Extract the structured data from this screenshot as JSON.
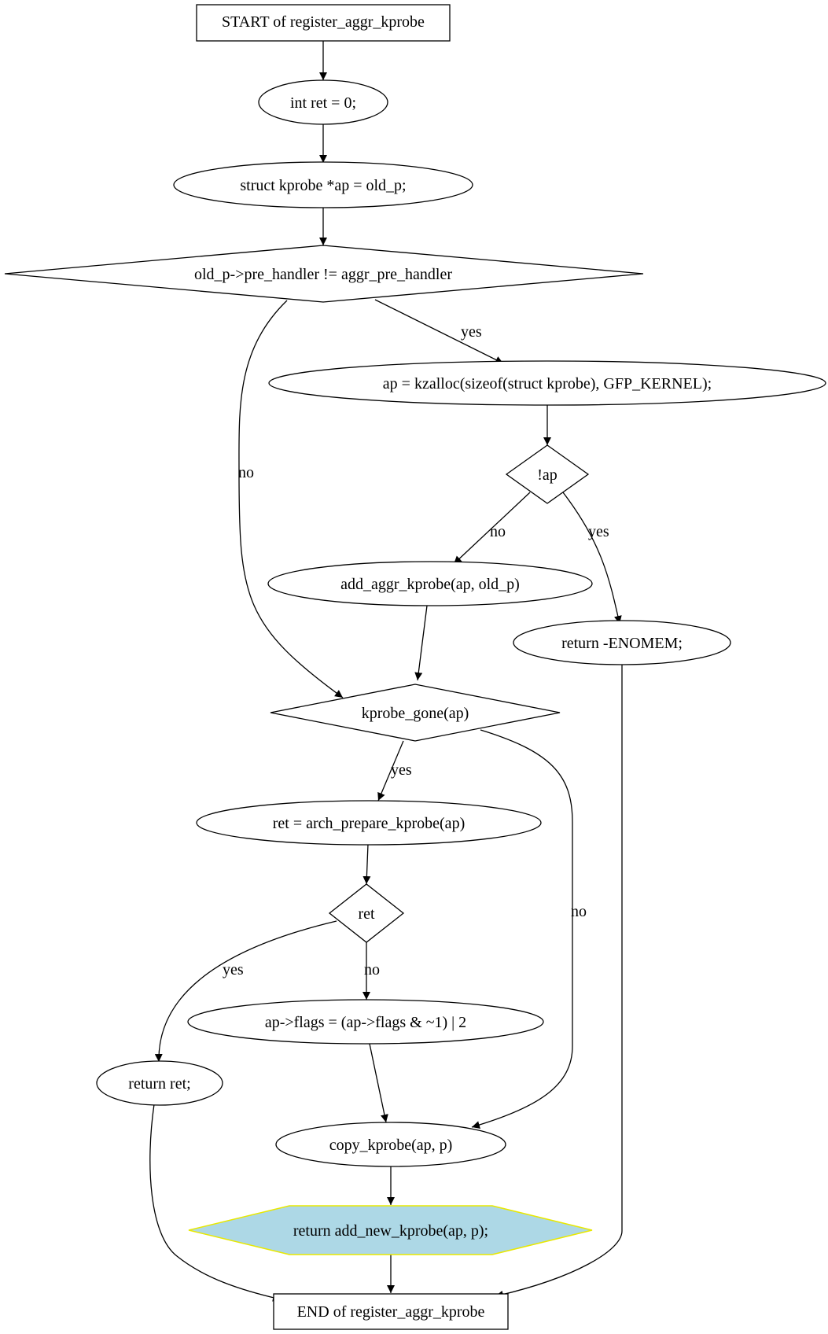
{
  "nodes": {
    "start": "START of register_aggr_kprobe",
    "int_ret": "int ret = 0;",
    "struct_ap": "struct kprobe *ap = old_p;",
    "cond_pre_handler": "old_p->pre_handler != aggr_pre_handler",
    "kzalloc": "ap = kzalloc(sizeof(struct kprobe), GFP_KERNEL);",
    "cond_not_ap": "!ap",
    "add_aggr": "add_aggr_kprobe(ap, old_p)",
    "return_enomem": "return -ENOMEM;",
    "cond_gone": "kprobe_gone(ap)",
    "arch_prepare": "ret = arch_prepare_kprobe(ap)",
    "cond_ret": "ret",
    "flags": "ap->flags = (ap->flags & ~1) | 2",
    "return_ret": "return ret;",
    "copy_kprobe": "copy_kprobe(ap, p)",
    "return_add_new": "return add_new_kprobe(ap, p);",
    "end": "END of register_aggr_kprobe"
  },
  "edges": {
    "pre_handler_yes": "yes",
    "pre_handler_no": "no",
    "not_ap_no": "no",
    "not_ap_yes": "yes",
    "gone_yes": "yes",
    "gone_no": "no",
    "ret_yes": "yes",
    "ret_no": "no"
  },
  "colors": {
    "highlight_fill": "#add8e6",
    "highlight_stroke": "#e8e800",
    "stroke": "#000000"
  }
}
